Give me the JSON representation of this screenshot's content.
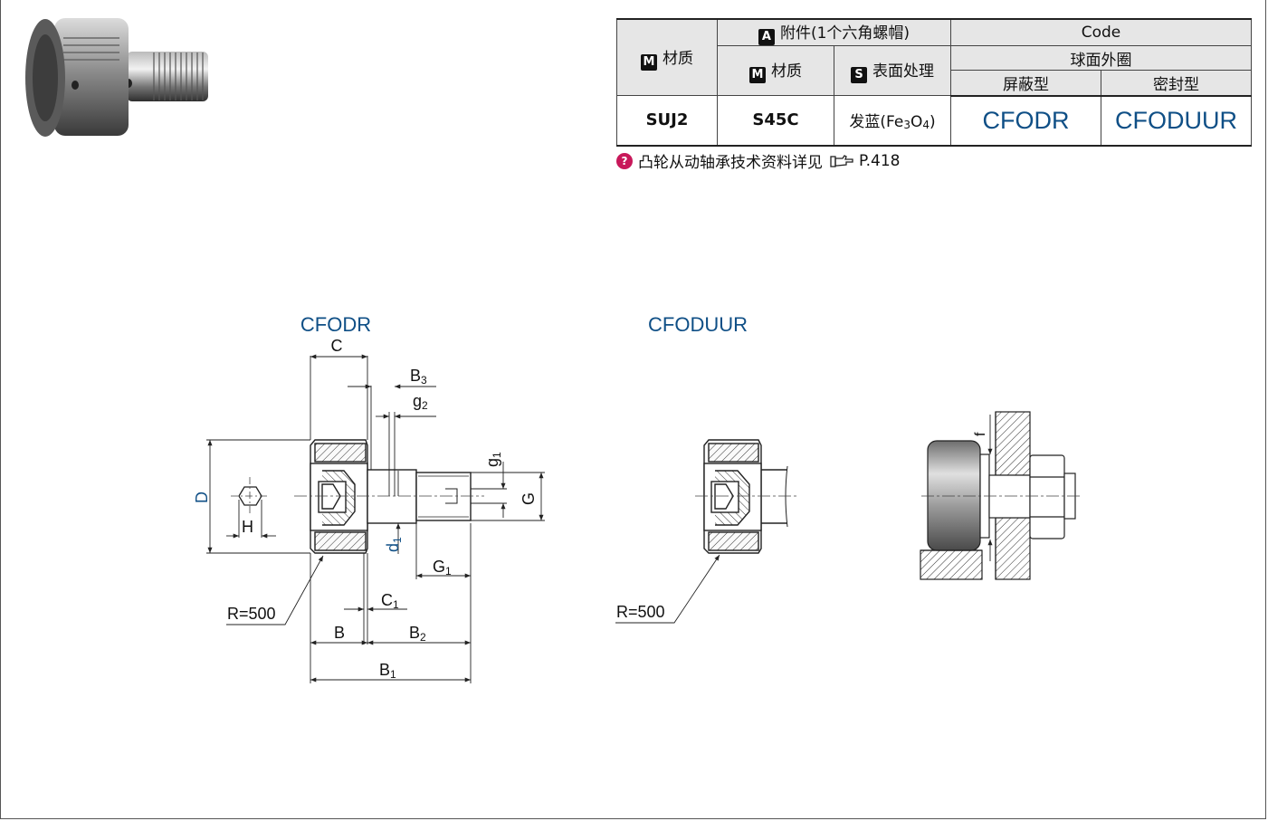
{
  "table": {
    "material_label": "材质",
    "accessory_label": "附件(1个六角螺帽)",
    "surface_label": "表面处理",
    "code_label": "Code",
    "outer_ring_label": "球面外圈",
    "shield_label": "屏蔽型",
    "seal_label": "密封型",
    "badge_m": "M",
    "badge_a": "A",
    "badge_s": "S",
    "row": {
      "material": "SUJ2",
      "accessory_material": "S45C",
      "surface_prefix": "发蓝(Fe",
      "surface_sub1": "3",
      "surface_mid": "O",
      "surface_sub2": "4",
      "surface_suffix": ")",
      "code_shield": "CFODR",
      "code_seal": "CFODUUR"
    }
  },
  "note": {
    "icon": "question-pin-icon",
    "text": "凸轮从动轴承技术资料详见",
    "page_ref": "P.418"
  },
  "drawing1": {
    "title": "CFODR",
    "labels": {
      "C": "C",
      "B3": "B",
      "B3_sub": "3",
      "g2": "g",
      "g2_sub": "2",
      "g1": "g",
      "g1_sub": "1",
      "G": "G",
      "D": "D",
      "H": "H",
      "d1": "d",
      "d1_sub": "1",
      "G1": "G",
      "G1_sub": "1",
      "C1": "C",
      "C1_sub": "1",
      "R": "R=500",
      "B": "B",
      "B2": "B",
      "B2_sub": "2",
      "B1": "B",
      "B1_sub": "1"
    }
  },
  "drawing2": {
    "title": "CFODUUR",
    "R": "R=500"
  },
  "drawing3": {
    "f": "f"
  },
  "colors": {
    "accent": "#0f4f86",
    "note_icon": "#c8185a",
    "header_bg": "#e6e6e6"
  }
}
